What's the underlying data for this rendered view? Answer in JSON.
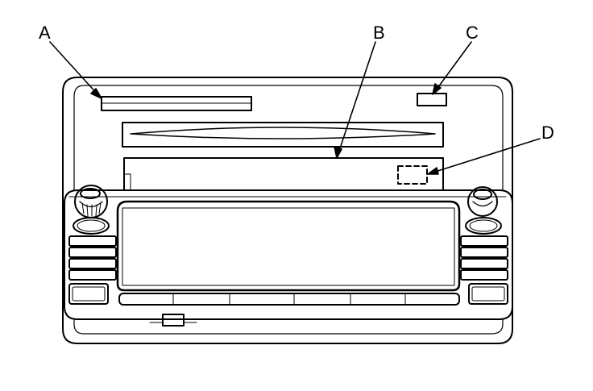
{
  "callouts": {
    "a": "A",
    "b": "B",
    "c": "C",
    "d": "D"
  },
  "colors": {
    "line": "#000000",
    "panel": "#ffffff",
    "background": "#ffffff"
  }
}
